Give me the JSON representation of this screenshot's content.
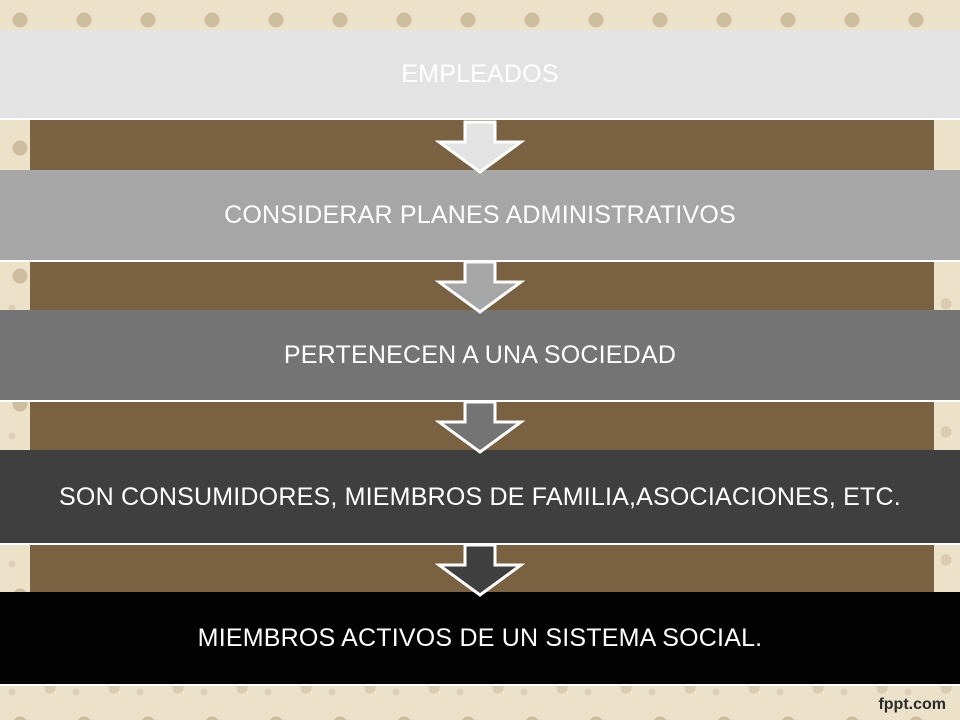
{
  "diagram": {
    "levels": [
      {
        "label": "EMPLEADOS",
        "fill": "#e3e3e3",
        "text_color": "#ffffff"
      },
      {
        "label": "CONSIDERAR PLANES ADMINISTRATIVOS",
        "fill": "#a6a6a6",
        "text_color": "#ffffff"
      },
      {
        "label": "PERTENECEN A UNA SOCIEDAD",
        "fill": "#747474",
        "text_color": "#ffffff"
      },
      {
        "label": "SON CONSUMIDORES, MIEMBROS DE FAMILIA,ASOCIACIONES, ETC.",
        "fill": "#3f3f3f",
        "text_color": "#ffffff"
      },
      {
        "label": "MIEMBROS ACTIVOS DE UN SISTEMA SOCIAL.",
        "fill": "#020202",
        "text_color": "#ffffff"
      }
    ]
  },
  "footer": {
    "credit": "fppt.com"
  },
  "colors": {
    "panel": "#7a6142",
    "background": "#ece1c9"
  }
}
